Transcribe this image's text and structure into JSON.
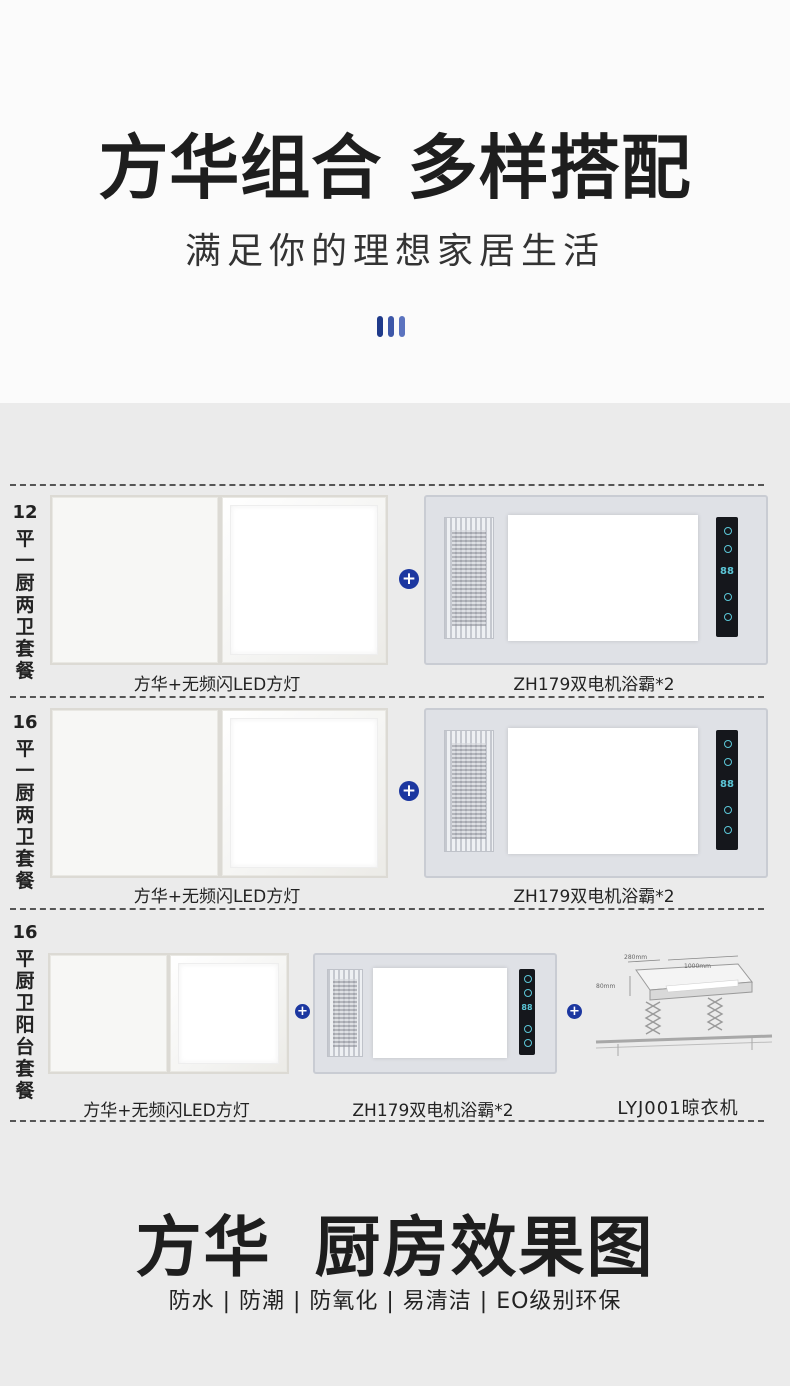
{
  "header": {
    "title": "方华组合 多样搭配",
    "subtitle": "满足你的理想家居生活"
  },
  "packages": [
    {
      "area": "12",
      "name_chars": [
        "平",
        "一",
        "厨",
        "两",
        "卫",
        "套",
        "餐"
      ],
      "items": [
        "方华+无频闪LED方灯",
        "ZH179双电机浴霸*2"
      ]
    },
    {
      "area": "16",
      "name_chars": [
        "平",
        "一",
        "厨",
        "两",
        "卫",
        "套",
        "餐"
      ],
      "items": [
        "方华+无频闪LED方灯",
        "ZH179双电机浴霸*2"
      ]
    },
    {
      "area": "16",
      "name_chars": [
        "平",
        "厨",
        "卫",
        "阳",
        "台",
        "套",
        "餐"
      ],
      "items": [
        "方华+无频闪LED方灯",
        "ZH179双电机浴霸*2",
        "LYJ001晾衣机"
      ],
      "dryer_dims": [
        "280mm",
        "1000mm",
        "80mm"
      ]
    }
  ],
  "plus_symbol": "+",
  "heater_display": "88",
  "footer": {
    "title": "方华 厨房效果图",
    "features": "防水 | 防潮 | 防氧化 | 易清洁 | EO级别环保"
  },
  "colors": {
    "accent": "#1c37a0",
    "text": "#222222",
    "background_top": "#fbfbfb",
    "background_main": "#ebebeb"
  }
}
